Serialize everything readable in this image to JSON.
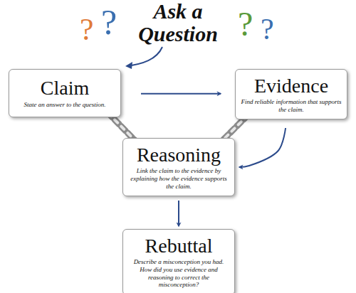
{
  "diagram": {
    "title": "Ask a Question",
    "nodes": [
      {
        "text": [
          "Claim",
          "State an answer to the question."
        ]
      },
      {
        "text": [
          "Evidence",
          "Find reliable information that supports the claim."
        ]
      },
      {
        "text": [
          "Reasoning",
          "Link the claim to the evidence by explaining how the evidence supports the claim."
        ]
      },
      {
        "text": [
          "Rebuttal",
          "Describe a misconception you had. How did you use evidence and reasoning to correct the misconception?"
        ]
      }
    ],
    "edges": [
      {
        "from": 0,
        "to": 1,
        "arrow": "to"
      },
      {
        "from": 1,
        "to": 2,
        "arrow": "to"
      },
      {
        "from": 2,
        "to": 3,
        "arrow": "to"
      },
      {
        "from": 0,
        "to": 2,
        "arrow": "none"
      },
      {
        "from": 1,
        "to": 2,
        "arrow": "none"
      }
    ],
    "labels": [
      "?",
      "?",
      "?",
      "?"
    ]
  }
}
